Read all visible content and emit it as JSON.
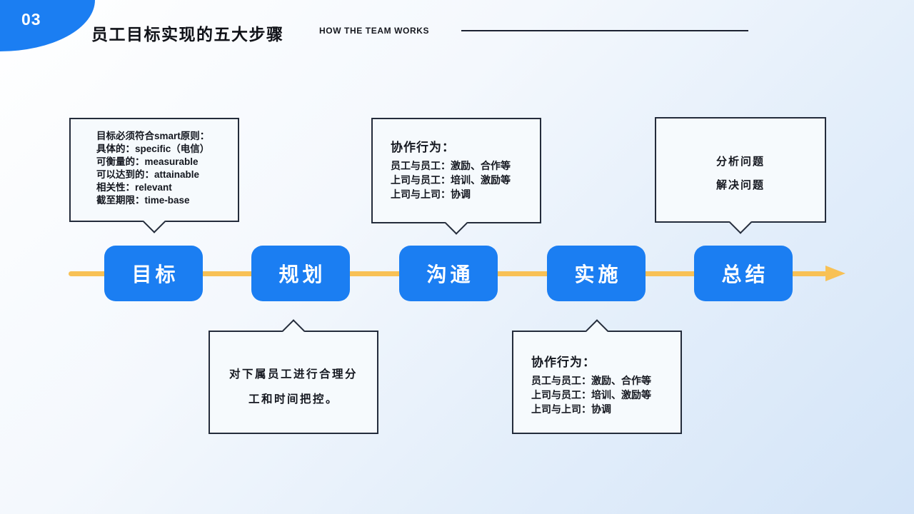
{
  "header": {
    "badge_number": "03",
    "title": "员工目标实现的五大步骤",
    "subtitle": "HOW THE TEAM WORKS"
  },
  "steps": [
    {
      "label": "目标"
    },
    {
      "label": "规划"
    },
    {
      "label": "沟通"
    },
    {
      "label": "实施"
    },
    {
      "label": "总结"
    }
  ],
  "bubbles": {
    "goal": {
      "lines": [
        "目标必须符合smart原则：",
        "具体的：specific（电信）",
        "可衡量的：measurable",
        "可以达到的：attainable",
        "相关性：relevant",
        "截至期限：time-base"
      ]
    },
    "communication": {
      "heading": "协作行为：",
      "lines": [
        "员工与员工：激励、合作等",
        "上司与员工：培训、激励等",
        "上司与上司：协调"
      ]
    },
    "summary": {
      "lines": [
        "分析问题",
        "解决问题"
      ]
    },
    "planning": {
      "lines": [
        "对下属员工进行合理分",
        "工和时间把控。"
      ]
    },
    "implementation": {
      "heading": "协作行为：",
      "lines": [
        "员工与员工：激励、合作等",
        "上司与员工：培训、激励等",
        "上司与上司：协调"
      ]
    }
  },
  "colors": {
    "accent_blue": "#1b7ef2",
    "arrow_yellow": "#f8c155",
    "border_dark": "#242c3b"
  }
}
